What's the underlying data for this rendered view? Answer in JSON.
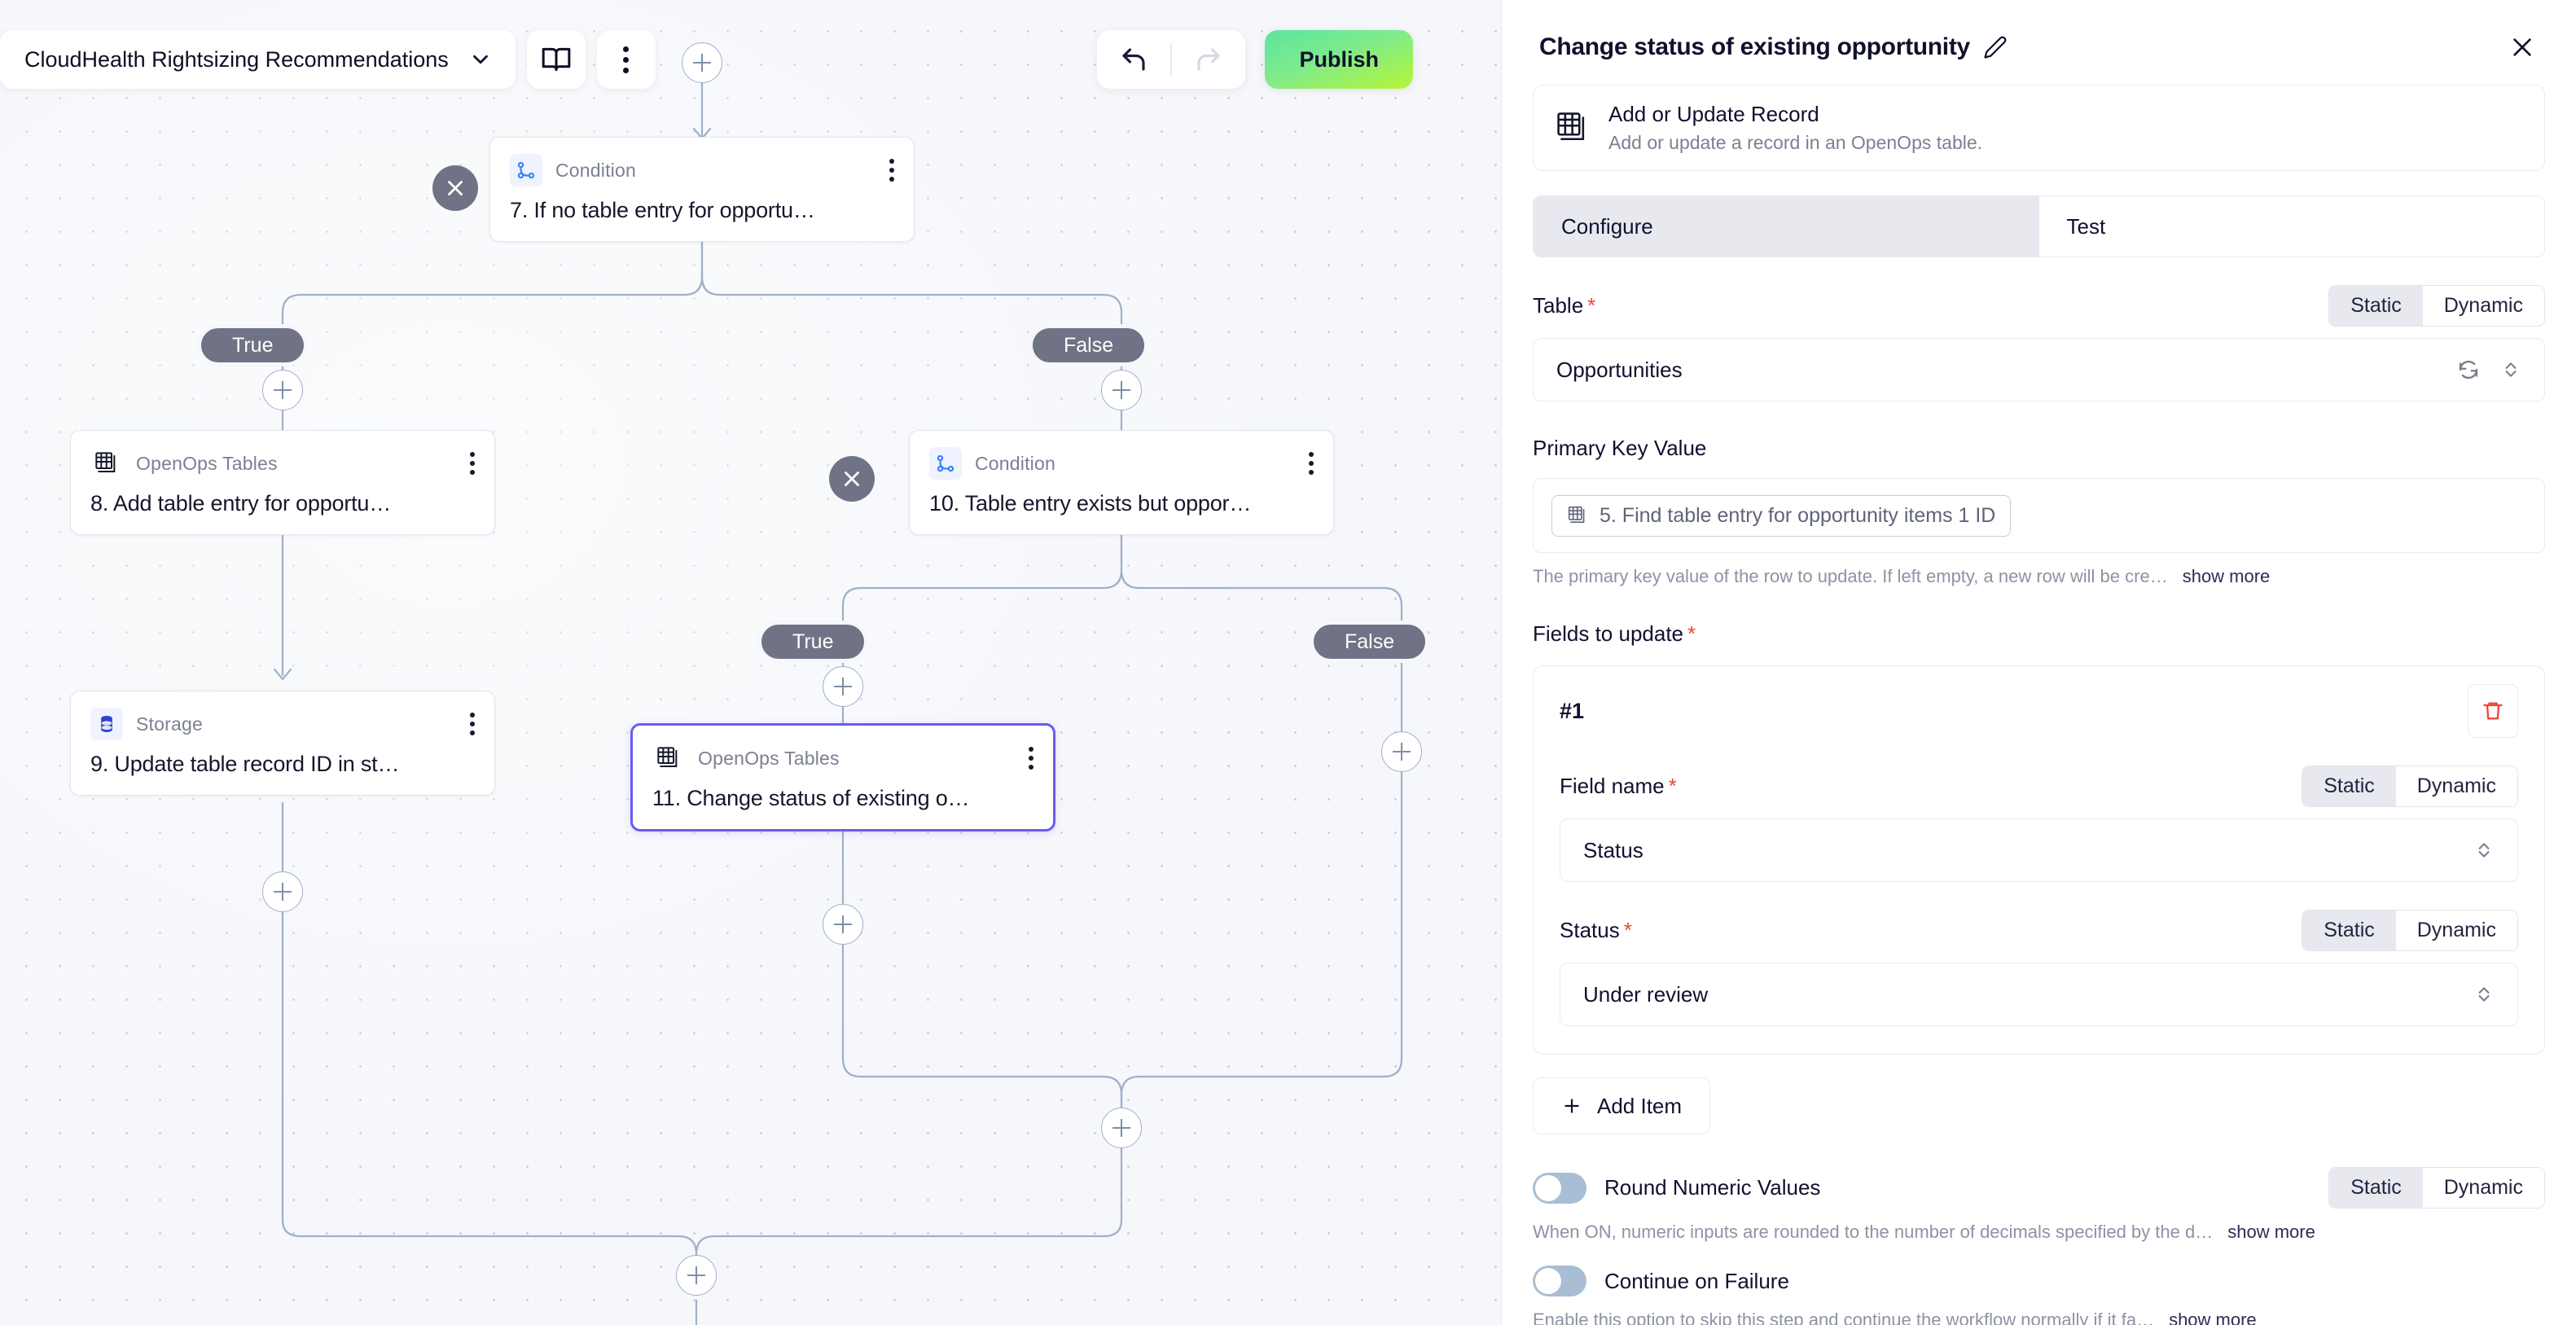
{
  "toolbar": {
    "flow_name": "CloudHealth Rightsizing Recommendations",
    "chevron_icon": "chevron-down-icon",
    "book_icon": "book-icon",
    "more_icon": "more-vertical-icon",
    "undo_icon": "undo-icon",
    "redo_icon": "redo-icon",
    "publish_label": "Publish"
  },
  "canvas": {
    "nodes": [
      {
        "type": "Condition",
        "title": "7. If no table entry for opportu…",
        "icon": "condition-icon",
        "selected": false
      },
      {
        "type": "OpenOps Tables",
        "title": "8. Add table entry for opportu…",
        "icon": "openops-tables-icon",
        "selected": false
      },
      {
        "type": "Condition",
        "title": "10. Table entry exists but oppor…",
        "icon": "condition-icon",
        "selected": false
      },
      {
        "type": "Storage",
        "title": "9. Update table record ID in st…",
        "icon": "storage-icon",
        "selected": false
      },
      {
        "type": "OpenOps Tables",
        "title": "11. Change status of existing o…",
        "icon": "openops-tables-icon",
        "selected": true
      }
    ],
    "branch_labels": {
      "true": "True",
      "false": "False"
    },
    "add_step_icon": "plus-icon",
    "collapse_icon": "collapse-chevrons-icon"
  },
  "panel": {
    "title": "Change status of existing opportunity",
    "edit_icon": "pencil-icon",
    "close_icon": "close-icon",
    "piece": {
      "icon": "openops-tables-icon",
      "name": "Add or Update Record",
      "description": "Add or update a record in an OpenOps table."
    },
    "tabs": [
      {
        "label": "Configure",
        "active": true
      },
      {
        "label": "Test",
        "active": false
      }
    ],
    "segmented": {
      "static": "Static",
      "dynamic": "Dynamic"
    },
    "table_field": {
      "label": "Table",
      "required": true,
      "value": "Opportunities",
      "mode": "Static",
      "refresh_icon": "refresh-icon",
      "chevron_icon": "chevron-up-down-icon"
    },
    "primary_key_field": {
      "label": "Primary Key Value",
      "required": false,
      "token_icon": "openops-tables-icon",
      "token_text": "5. Find table entry for opportunity items 1 ID",
      "helper": "The primary key value of the row to update. If left empty, a new row will be cre…",
      "show_more": "show more"
    },
    "fields_to_update": {
      "label": "Fields to update",
      "required": true,
      "items": [
        {
          "number": "#1",
          "delete_icon": "trash-icon",
          "field_name": {
            "label": "Field name",
            "required": true,
            "mode": "Static",
            "value": "Status",
            "chevron_icon": "chevron-up-down-icon"
          },
          "status": {
            "label": "Status",
            "required": true,
            "mode": "Static",
            "value": "Under review",
            "chevron_icon": "chevron-up-down-icon"
          }
        }
      ],
      "add_item_label": "Add Item",
      "add_item_icon": "plus-icon"
    },
    "round_numeric": {
      "label": "Round Numeric Values",
      "enabled": false,
      "mode": "Static",
      "helper": "When ON, numeric inputs are rounded to the number of decimals specified by the d…",
      "show_more": "show more"
    },
    "continue_on_failure": {
      "label": "Continue on Failure",
      "enabled": false,
      "helper": "Enable this option to skip this step and continue the workflow normally if it fa…",
      "show_more": "show more"
    }
  },
  "colors": {
    "accent_selected": "#6a5cf0",
    "publish_gradient_start": "#5ce4a0",
    "publish_gradient_end": "#b6f637",
    "required_star": "#f04438",
    "branch_pill": "#6f7385",
    "edge_line": "#9fb0c9"
  }
}
